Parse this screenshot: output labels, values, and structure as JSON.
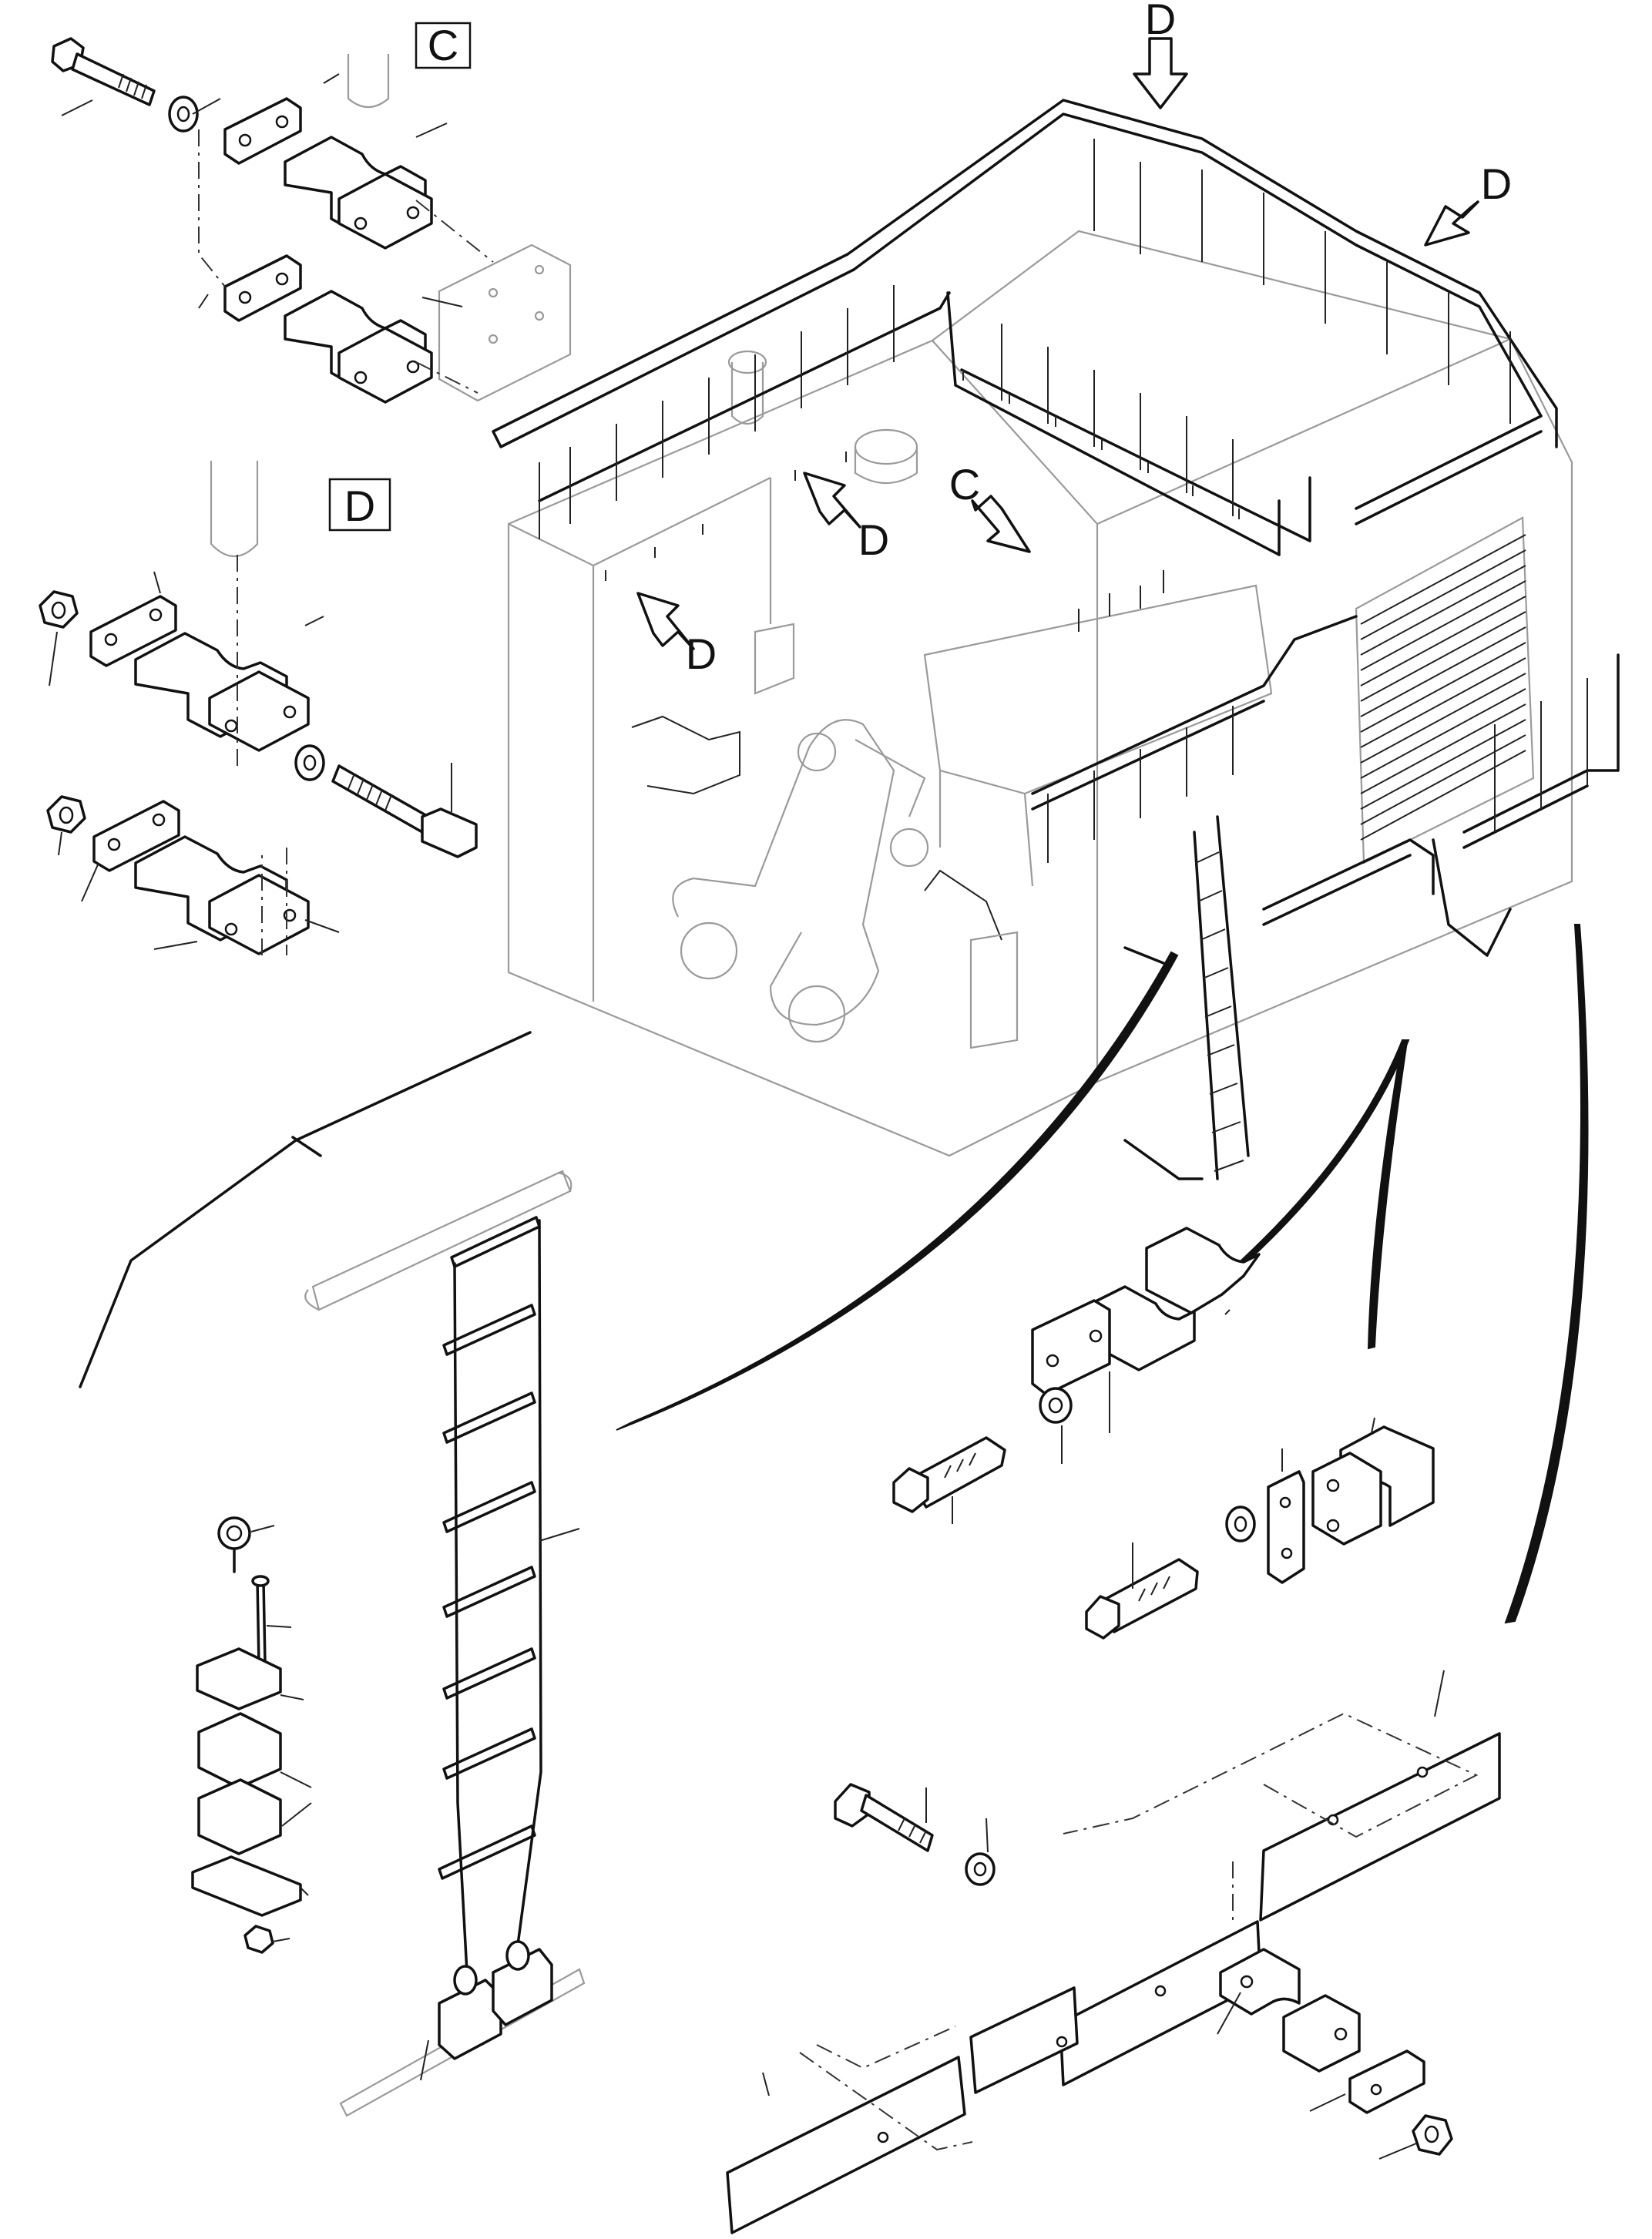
{
  "labels": {
    "view_c_box": "C",
    "view_d_box": "D",
    "arrow_d_top": "D",
    "arrow_d_right": "D",
    "arrow_d_center": "D",
    "arrow_d_left": "D",
    "arrow_c": "C"
  }
}
